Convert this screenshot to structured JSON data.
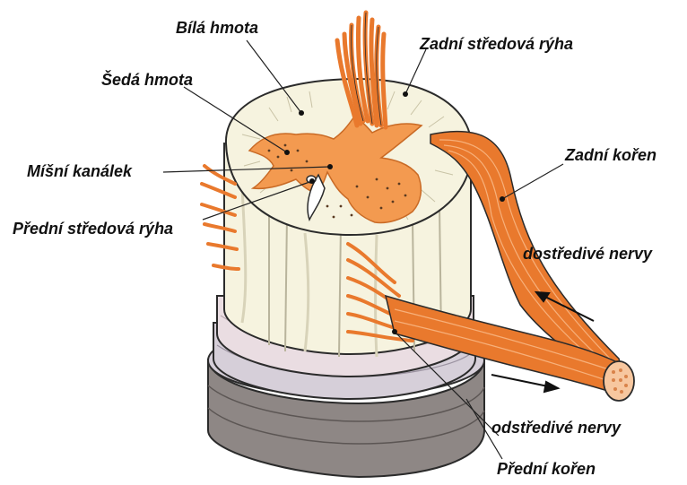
{
  "labels": {
    "white_matter": "Bílá hmota",
    "grey_matter": "Šedá hmota",
    "central_canal": "Míšní kanálek",
    "anterior_fissure": "Přední středová rýha",
    "posterior_sulcus": "Zadní středová rýha",
    "dorsal_root": "Zadní kořen",
    "afferent_nerves": "dostředivé nervy",
    "efferent_nerves": "odstředivé nervy",
    "ventral_root": "Přední kořen"
  },
  "colors": {
    "white_matter": "#f6f3df",
    "grey_matter": "#f39a50",
    "nerve": "#e9792d",
    "membrane_pink": "#eadde2",
    "membrane_lilac": "#d6cfd9",
    "dura": "#8e8785",
    "outline": "#2b2b2b"
  }
}
